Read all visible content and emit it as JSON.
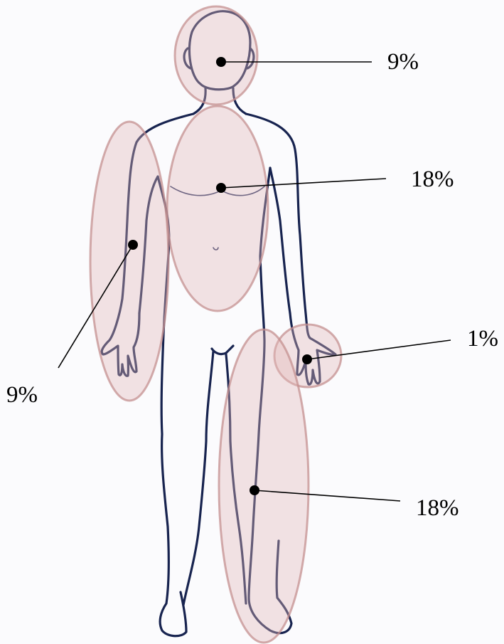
{
  "labels": {
    "head": "9%",
    "trunk": "18%",
    "arm": "9%",
    "hand": "1%",
    "leg": "18%"
  },
  "colors": {
    "region_fill": "#e2b7b7",
    "region_stroke": "#c49090",
    "body_outline": "#17234f",
    "leader_line": "#000000"
  }
}
